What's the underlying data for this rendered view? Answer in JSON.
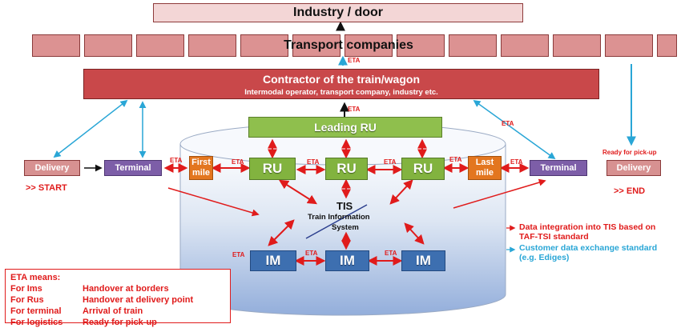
{
  "industry": "Industry / door",
  "transport": "Transport companies",
  "contractor": {
    "title": "Contractor of the train/wagon",
    "subtitle": "Intermodal operator,  transport company, industry etc."
  },
  "leading_ru": "Leading RU",
  "ru": "RU",
  "im": "IM",
  "first_mile": "First mile",
  "last_mile": "Last mile",
  "terminal": "Terminal",
  "delivery": "Delivery",
  "start": ">> START",
  "end": ">> END",
  "ready_pickup": "Ready for pick-up",
  "eta": "ETA",
  "tis": {
    "title": "TIS",
    "line1": "Train Information",
    "line2": "System"
  },
  "notes": {
    "data_integration": "Data integration into TIS based on TAF-TSI standard",
    "customer_exchange": "Customer data exchange standard (e.g. Ediges)"
  },
  "legend": {
    "title": "ETA means:",
    "rows": [
      {
        "who": "For Ims",
        "what": "Handover at borders"
      },
      {
        "who": "For Rus",
        "what": "Handover at delivery point"
      },
      {
        "who": "For terminal",
        "what": "Arrival of train"
      },
      {
        "who": "For logistics",
        "what": "Ready for pick-up"
      }
    ]
  },
  "colors": {
    "contractor": "#c9484a",
    "ru": "#82b33f",
    "im": "#3d6fb0",
    "mile": "#e3761f",
    "terminal": "#7d5ea8",
    "arrow_red": "#e01b1b",
    "arrow_blue": "#29a6d6"
  }
}
